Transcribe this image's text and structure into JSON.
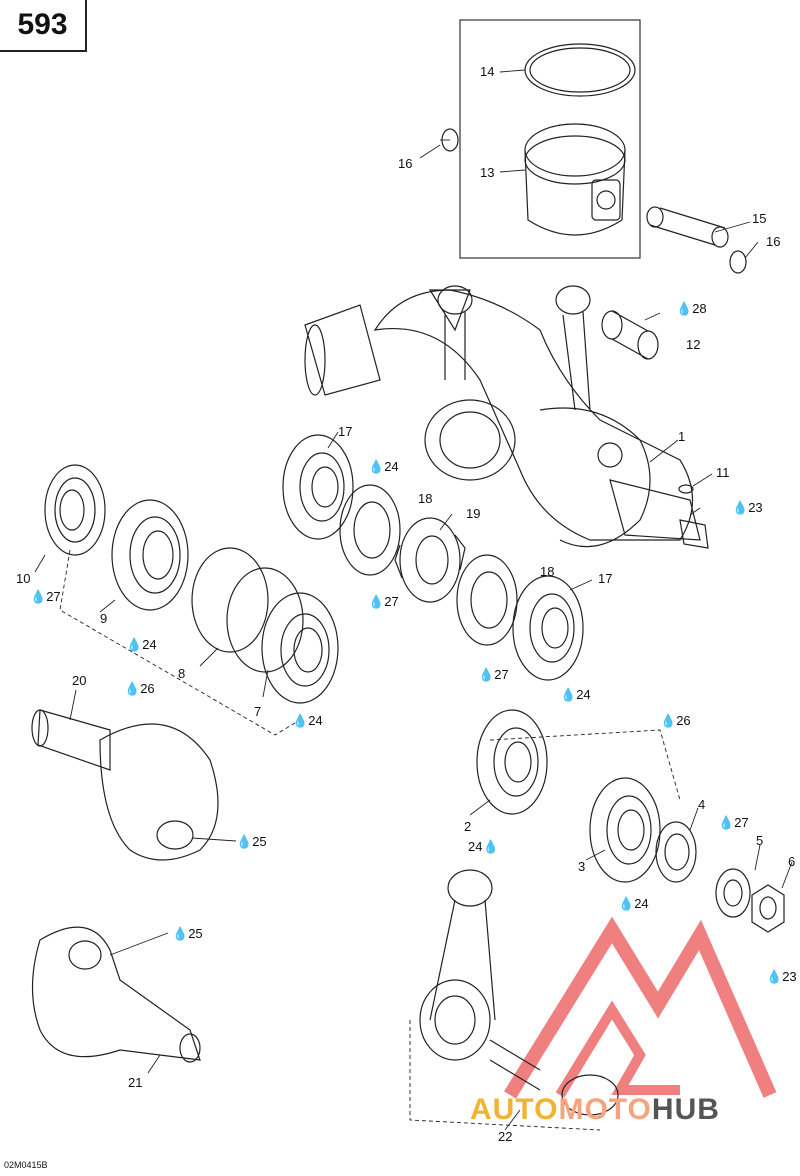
{
  "engine_code": "593",
  "drawing_code": "02M0415B",
  "brand": {
    "part1": "AUTO",
    "part2": "MOTO",
    "part3": "HUB"
  },
  "colors": {
    "line": "#222222",
    "watermark_red": "#f08080",
    "watermark_orange": "#f2b233",
    "watermark_gray": "#555555"
  },
  "labels": {
    "p1": "1",
    "p2": "2",
    "p3": "3",
    "p4": "4",
    "p5": "5",
    "p6": "6",
    "p7": "7",
    "p8": "8",
    "p9": "9",
    "p10": "10",
    "p11": "11",
    "p12": "12",
    "p13": "13",
    "p14": "14",
    "p15": "15",
    "p16a": "16",
    "p16b": "16",
    "p17a": "17",
    "p17b": "17",
    "p18a": "18",
    "p18b": "18",
    "p19": "19",
    "p20": "20",
    "p21": "21",
    "p22": "22",
    "r28": "28",
    "r24a": "24",
    "r23a": "23",
    "r27a": "27",
    "r27b": "27",
    "r24b": "24",
    "r26a": "26",
    "r24c": "24",
    "r27c": "27",
    "r24d": "24",
    "r26b": "26",
    "r27d": "27",
    "r24e": "24",
    "r25a": "25",
    "r24f": "24",
    "r25b": "25",
    "r23b": "23"
  }
}
